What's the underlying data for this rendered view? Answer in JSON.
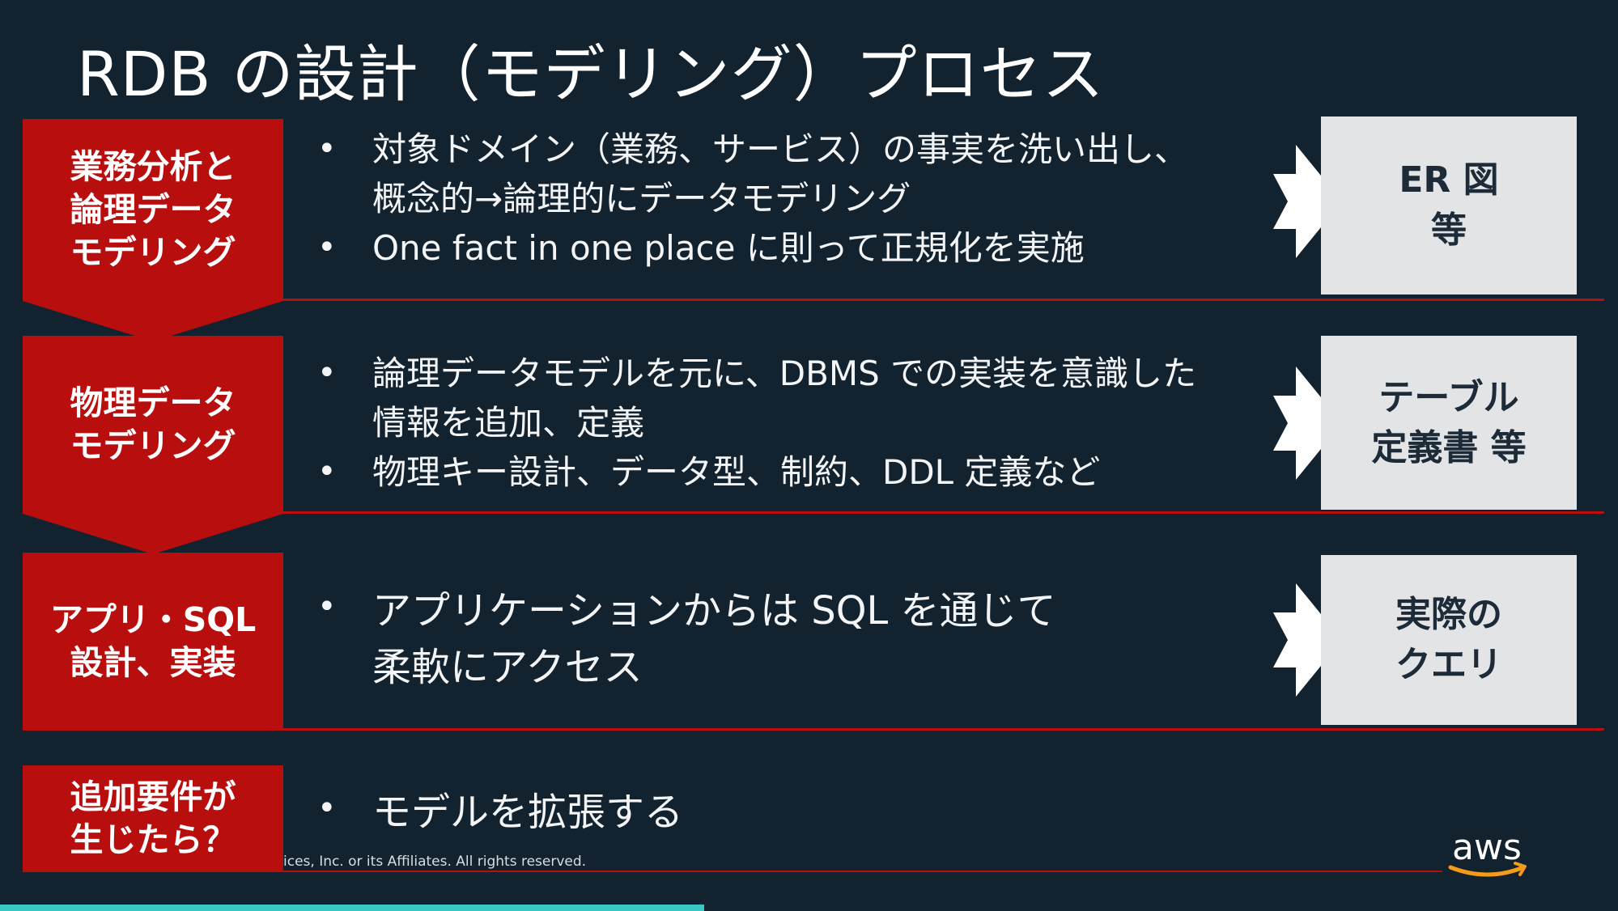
{
  "title": "RDB の設計（モデリング）プロセス",
  "steps": [
    {
      "label_lines": [
        "業務分析と",
        "論理データ",
        "モデリング"
      ],
      "bullets": [
        {
          "lines": [
            "対象ドメイン（業務、サービス）の事実を洗い出し、",
            "概念的→論理的にデータモデリング"
          ]
        },
        {
          "lines": [
            "One fact in one place に則って正規化を実施"
          ]
        }
      ],
      "artifact_lines": [
        "ER 図",
        "等"
      ]
    },
    {
      "label_lines": [
        "物理データ",
        "モデリング"
      ],
      "bullets": [
        {
          "lines": [
            "論理データモデルを元に、DBMS での実装を意識した",
            "情報を追加、定義"
          ]
        },
        {
          "lines": [
            "物理キー設計、データ型、制約、DDL 定義など"
          ]
        }
      ],
      "artifact_lines": [
        "テーブル",
        "定義書 等"
      ]
    },
    {
      "label_lines": [
        "アプリ・SQL",
        "設計、実装"
      ],
      "bullets": [
        {
          "lines": [
            "アプリケーションからは SQL を通じて",
            "柔軟にアクセス"
          ]
        }
      ],
      "artifact_lines": [
        "実際の",
        "クエリ"
      ]
    },
    {
      "label_lines": [
        "追加要件が",
        "生じたら？"
      ],
      "bullets": [
        {
          "lines": [
            "モデルを拡張する"
          ]
        }
      ]
    }
  ],
  "bullet_symbol": "•",
  "copyright": "ices, Inc. or its Affiliates. All rights reserved.",
  "logo_text": "aws",
  "colors": {
    "background": "#13222f",
    "accent_red": "#b90e0e",
    "artifact_bg": "#e3e4e6",
    "artifact_text": "#1d2b38",
    "logo_smile": "#f39c1a"
  }
}
